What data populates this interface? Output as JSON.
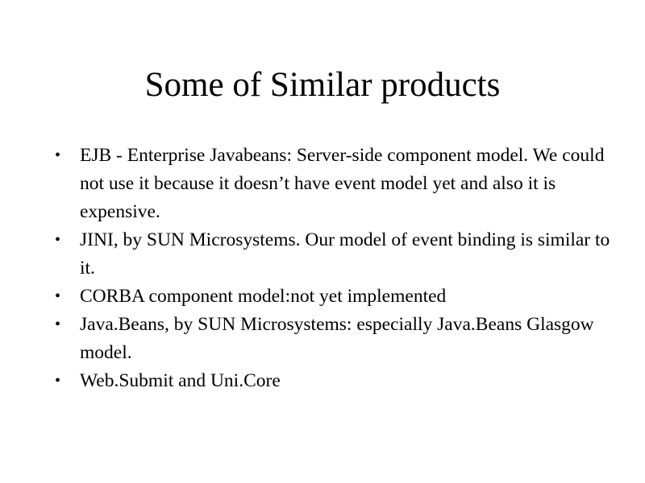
{
  "slide": {
    "title": "Some of Similar products",
    "bullet_glyph": "•",
    "bullets": [
      {
        "text": "EJB - Enterprise Javabeans: Server-side component model. We could not use it because it doesn’t have event model yet and also it is expensive."
      },
      {
        "text": "JINI, by SUN Microsystems. Our model of event binding is similar to it."
      },
      {
        "text": "CORBA component model:not yet implemented"
      },
      {
        "text": "Java.Beans, by SUN Microsystems: especially Java.Beans Glasgow model."
      },
      {
        "text": "Web.Submit and Uni.Core"
      }
    ]
  }
}
